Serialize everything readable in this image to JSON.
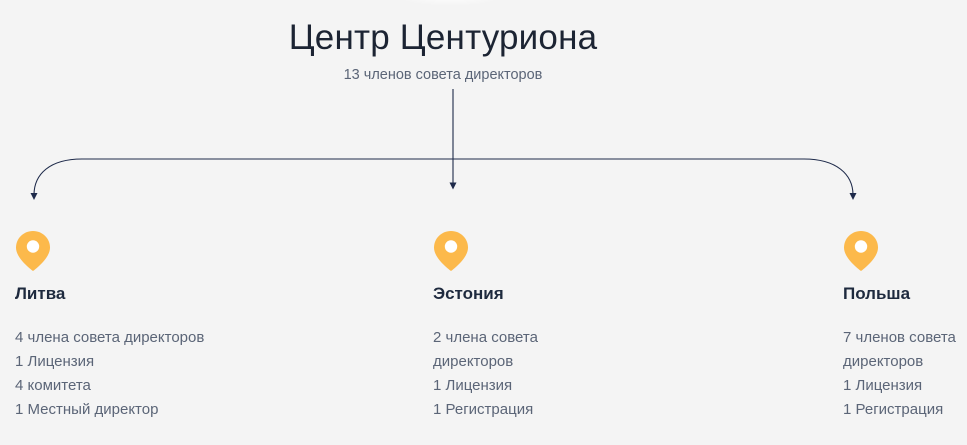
{
  "header": {
    "title": "Центр Центуриона",
    "subtitle": "13 членов совета директоров"
  },
  "colors": {
    "background": "#f4f4f4",
    "line": "#1e2a4a",
    "pin": "#fcb94b",
    "title_text": "#1c2433",
    "body_text": "#5b6577"
  },
  "icons": {
    "pin": "map-pin-icon"
  },
  "branches": [
    {
      "name": "Литва",
      "items": [
        "4 члена совета директоров",
        "1 Лицензия",
        "4 комитета",
        "1 Местный директор"
      ]
    },
    {
      "name": "Эстония",
      "items": [
        "2 члена совета директоров",
        "1 Лицензия",
        "1 Регистрация"
      ]
    },
    {
      "name": "Польша",
      "items": [
        "7 членов совета директоров",
        "1 Лицензия",
        "1 Регистрация"
      ]
    }
  ]
}
